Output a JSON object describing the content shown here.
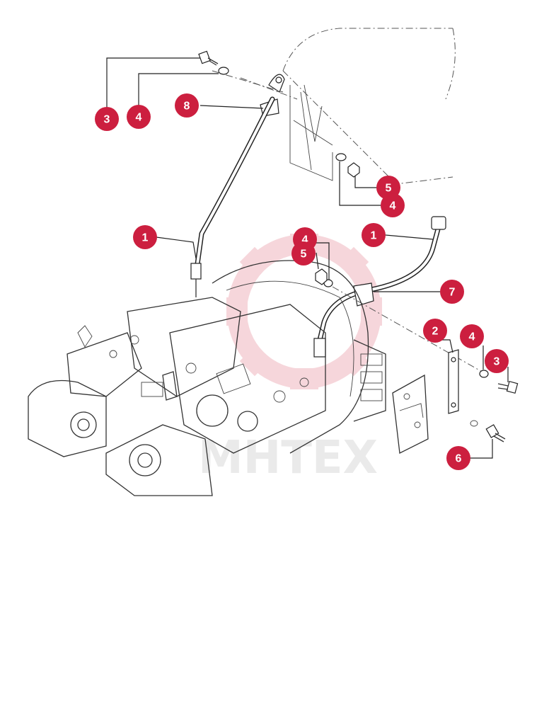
{
  "watermark": {
    "text": "MHTEX",
    "color": "#e0707f"
  },
  "accent_color": "#cc1f3f",
  "callouts": [
    {
      "id": "c-3-top",
      "label": "3"
    },
    {
      "id": "c-4-top",
      "label": "4"
    },
    {
      "id": "c-8",
      "label": "8"
    },
    {
      "id": "c-5-upper-right",
      "label": "5"
    },
    {
      "id": "c-4-upper-right",
      "label": "4"
    },
    {
      "id": "c-1-left",
      "label": "1"
    },
    {
      "id": "c-1-right",
      "label": "1"
    },
    {
      "id": "c-4-center",
      "label": "4"
    },
    {
      "id": "c-5-center",
      "label": "5"
    },
    {
      "id": "c-7",
      "label": "7"
    },
    {
      "id": "c-2",
      "label": "2"
    },
    {
      "id": "c-4-right",
      "label": "4"
    },
    {
      "id": "c-3-right",
      "label": "3"
    },
    {
      "id": "c-6",
      "label": "6"
    }
  ]
}
